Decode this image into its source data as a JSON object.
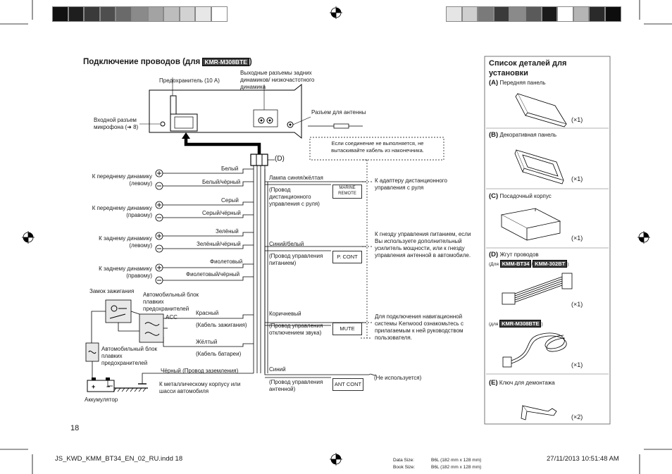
{
  "header": {
    "swatches_left": [
      "#111111",
      "#1e1e1e",
      "#3a3a3a",
      "#4e4e4e",
      "#6a6a6a",
      "#8a8a8a",
      "#a3a3a3",
      "#bdbdbd",
      "#d2d2d2",
      "#e7e7e7",
      "#ffffff"
    ],
    "swatches_right": [
      "#e5e5e5",
      "#cfcfcf",
      "#7a7a7a",
      "#3a3a3a",
      "#8a8a8a",
      "#5a5a5a",
      "#1a1a1a",
      "#ffffff",
      "#b5b5b5",
      "#2a2a2a",
      "#0d0d0d"
    ]
  },
  "main": {
    "title": "Подключение проводов (для",
    "title_model": "KMR-M308BTE",
    "title_close": ")",
    "fuse_label": "Предохранитель (10 A)",
    "rear_out_label": "Выходные разъемы задних динамиков/ низкочастотного динамика",
    "mic_label": "Входной разъем микрофона (➜ 8)",
    "antenna_label": "Разъем для антенны",
    "harness_tag": "(D)",
    "note_box": "Если соединение не выполняется, не вытаскивайте кабель из наконечника.",
    "wires": {
      "white": "Белый",
      "white_black": "Белый/чёрный",
      "gray": "Серый",
      "gray_black": "Серый/чёрный",
      "green": "Зелёный",
      "green_black": "Зелёный/чёрный",
      "purple": "Фиолетовый",
      "purple_black": "Фиолетовый/чёрный",
      "red": "Красный",
      "red_sub": "(Кабель зажигания)",
      "yellow": "Жёлтый",
      "yellow_sub": "(Кабель батареи)",
      "black": "Чёрный (Провод заземления)",
      "black_sub": "К металлическому корпусу или шасси автомобиля"
    },
    "speakers": {
      "front_left": "К переднему динамику (левому)",
      "front_right": "К переднему динамику (правому)",
      "rear_left": "К заднему динамику (левому)",
      "rear_right": "К заднему динамику (правому)"
    },
    "ignition": "Замок зажигания",
    "fuse_block_1": "Автомобильный блок плавких предохранителей",
    "acc": "ACC",
    "fuse_block_2": "Автомобильный блок плавких предохранителей",
    "battery": "Аккумулятор",
    "right_wires": {
      "lamp": "Лампа синяя/жёлтая",
      "lamp_sub": "(Провод дистанционного управления с руля)",
      "marine": "MARINE REMOTE",
      "lamp_desc": "К адаптеру дистанционного управления с руля",
      "blue_white": "Синий/белый",
      "blue_white_sub": "(Провод управления питанием)",
      "pcont": "P. CONT",
      "pcont_desc": "К гнезду управления питанием, если Вы используете дополнительный усилитель мощности, или к гнезду управления антенной в автомобиле.",
      "brown": "Коричневый",
      "brown_sub": "(Провод управления отключением звука)",
      "mute": "MUTE",
      "mute_desc": "Для подключения навигационной системы Kenwood ознакомьтесь с прилагаемым к ней руководством пользователя.",
      "blue": "Синий",
      "blue_sub": "(Провод управления антенной)",
      "antcont": "ANT CONT",
      "ant_desc": "(Не используется)"
    },
    "page_number": "18"
  },
  "parts": {
    "title": "Список деталей для установки",
    "a_key": "(A)",
    "a_label": "Передняя панель",
    "a_qty": "(×1)",
    "b_key": "(B)",
    "b_label": "Декоративная панель",
    "b_qty": "(×1)",
    "c_key": "(C)",
    "c_label": "Посадочный корпус",
    "c_qty": "(×1)",
    "d_key": "(D)",
    "d_label": "Жгут проводов",
    "d_for": "(Для",
    "d_model1": "KMM-BT34",
    "d_sep": "/",
    "d_model2": "KMM-302BT",
    "d_close": ")",
    "d_qty1": "(×1)",
    "d_for2": "(для",
    "d_model3": "KMR-M308BTE",
    "d_close2": ")",
    "d_qty2": "(×1)",
    "e_key": "(E)",
    "e_label": "Ключ для демонтажа",
    "e_qty": "(×2)"
  },
  "footer": {
    "file": "JS_KWD_KMM_BT34_EN_02_RU.indd   18",
    "data_size_label": "Data Size:",
    "data_size": "B6L (182 mm x 128 mm)",
    "book_size_label": "Book Size:",
    "book_size": "B6L (182 mm x 128 mm)",
    "datetime": "27/11/2013   10:51:48 AM"
  }
}
